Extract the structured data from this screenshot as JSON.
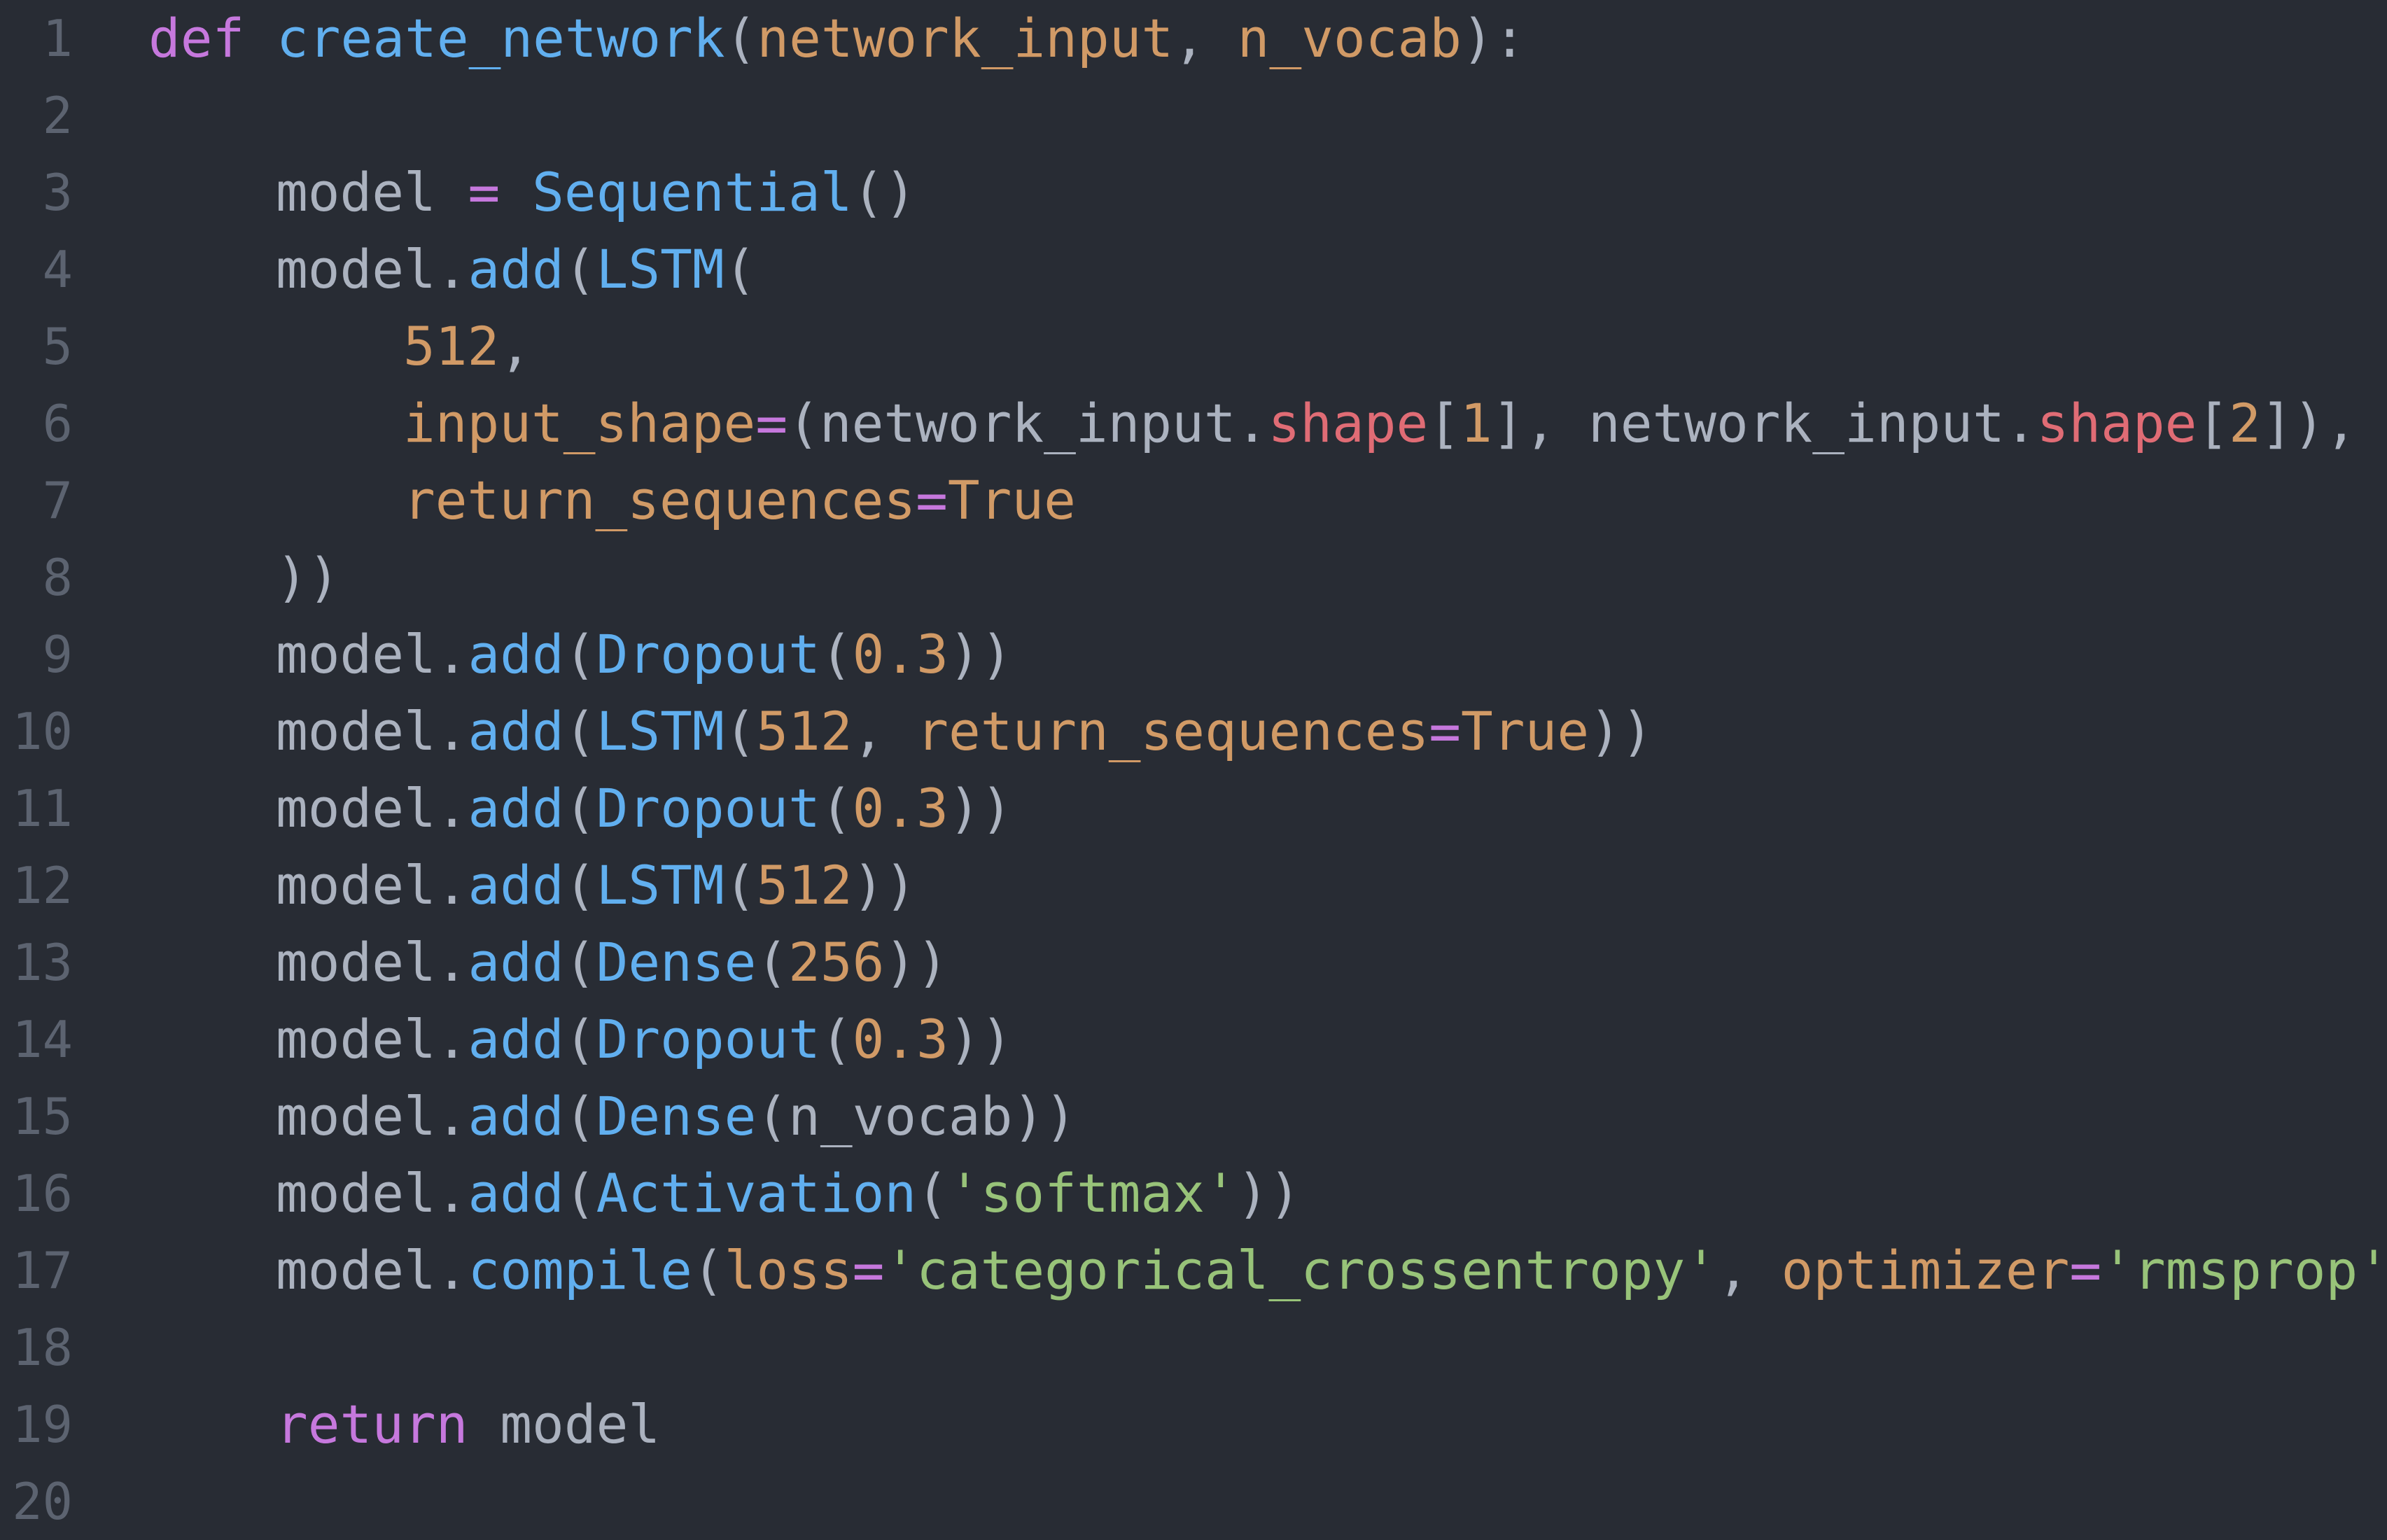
{
  "editor": {
    "theme_colors": {
      "background": "#282c34",
      "line_number": "#5c6370",
      "plain": "#abb2bf",
      "keyword": "#c678dd",
      "function": "#61afef",
      "parameter": "#d19a66",
      "number": "#d19a66",
      "property": "#e06c75",
      "string": "#98c379",
      "operator": "#c678dd"
    },
    "lines": [
      {
        "number": "1",
        "indent": 0,
        "tokens": [
          {
            "t": "def",
            "c": "keyword"
          },
          {
            "t": " ",
            "c": "plain"
          },
          {
            "t": "create_network",
            "c": "function"
          },
          {
            "t": "(",
            "c": "plain"
          },
          {
            "t": "network_input",
            "c": "parameter"
          },
          {
            "t": ", ",
            "c": "plain"
          },
          {
            "t": "n_vocab",
            "c": "parameter"
          },
          {
            "t": "):",
            "c": "plain"
          }
        ]
      },
      {
        "number": "2",
        "indent": 0,
        "tokens": []
      },
      {
        "number": "3",
        "indent": 1,
        "tokens": [
          {
            "t": "model ",
            "c": "plain"
          },
          {
            "t": "=",
            "c": "operator"
          },
          {
            "t": " ",
            "c": "plain"
          },
          {
            "t": "Sequential",
            "c": "function"
          },
          {
            "t": "()",
            "c": "plain"
          }
        ]
      },
      {
        "number": "4",
        "indent": 1,
        "tokens": [
          {
            "t": "model.",
            "c": "plain"
          },
          {
            "t": "add",
            "c": "function"
          },
          {
            "t": "(",
            "c": "plain"
          },
          {
            "t": "LSTM",
            "c": "function"
          },
          {
            "t": "(",
            "c": "plain"
          }
        ]
      },
      {
        "number": "5",
        "indent": 2,
        "tokens": [
          {
            "t": "512",
            "c": "number"
          },
          {
            "t": ",",
            "c": "plain"
          }
        ]
      },
      {
        "number": "6",
        "indent": 2,
        "tokens": [
          {
            "t": "input_shape",
            "c": "parameter"
          },
          {
            "t": "=",
            "c": "operator"
          },
          {
            "t": "(network_input.",
            "c": "plain"
          },
          {
            "t": "shape",
            "c": "property"
          },
          {
            "t": "[",
            "c": "plain"
          },
          {
            "t": "1",
            "c": "number"
          },
          {
            "t": "], network_input.",
            "c": "plain"
          },
          {
            "t": "shape",
            "c": "property"
          },
          {
            "t": "[",
            "c": "plain"
          },
          {
            "t": "2",
            "c": "number"
          },
          {
            "t": "]),",
            "c": "plain"
          }
        ]
      },
      {
        "number": "7",
        "indent": 2,
        "tokens": [
          {
            "t": "return_sequences",
            "c": "parameter"
          },
          {
            "t": "=",
            "c": "operator"
          },
          {
            "t": "True",
            "c": "number"
          }
        ]
      },
      {
        "number": "8",
        "indent": 1,
        "tokens": [
          {
            "t": "))",
            "c": "plain"
          }
        ]
      },
      {
        "number": "9",
        "indent": 1,
        "tokens": [
          {
            "t": "model.",
            "c": "plain"
          },
          {
            "t": "add",
            "c": "function"
          },
          {
            "t": "(",
            "c": "plain"
          },
          {
            "t": "Dropout",
            "c": "function"
          },
          {
            "t": "(",
            "c": "plain"
          },
          {
            "t": "0.3",
            "c": "number"
          },
          {
            "t": "))",
            "c": "plain"
          }
        ]
      },
      {
        "number": "10",
        "indent": 1,
        "tokens": [
          {
            "t": "model.",
            "c": "plain"
          },
          {
            "t": "add",
            "c": "function"
          },
          {
            "t": "(",
            "c": "plain"
          },
          {
            "t": "LSTM",
            "c": "function"
          },
          {
            "t": "(",
            "c": "plain"
          },
          {
            "t": "512",
            "c": "number"
          },
          {
            "t": ", ",
            "c": "plain"
          },
          {
            "t": "return_sequences",
            "c": "parameter"
          },
          {
            "t": "=",
            "c": "operator"
          },
          {
            "t": "True",
            "c": "number"
          },
          {
            "t": "))",
            "c": "plain"
          }
        ]
      },
      {
        "number": "11",
        "indent": 1,
        "tokens": [
          {
            "t": "model.",
            "c": "plain"
          },
          {
            "t": "add",
            "c": "function"
          },
          {
            "t": "(",
            "c": "plain"
          },
          {
            "t": "Dropout",
            "c": "function"
          },
          {
            "t": "(",
            "c": "plain"
          },
          {
            "t": "0.3",
            "c": "number"
          },
          {
            "t": "))",
            "c": "plain"
          }
        ]
      },
      {
        "number": "12",
        "indent": 1,
        "tokens": [
          {
            "t": "model.",
            "c": "plain"
          },
          {
            "t": "add",
            "c": "function"
          },
          {
            "t": "(",
            "c": "plain"
          },
          {
            "t": "LSTM",
            "c": "function"
          },
          {
            "t": "(",
            "c": "plain"
          },
          {
            "t": "512",
            "c": "number"
          },
          {
            "t": "))",
            "c": "plain"
          }
        ]
      },
      {
        "number": "13",
        "indent": 1,
        "tokens": [
          {
            "t": "model.",
            "c": "plain"
          },
          {
            "t": "add",
            "c": "function"
          },
          {
            "t": "(",
            "c": "plain"
          },
          {
            "t": "Dense",
            "c": "function"
          },
          {
            "t": "(",
            "c": "plain"
          },
          {
            "t": "256",
            "c": "number"
          },
          {
            "t": "))",
            "c": "plain"
          }
        ]
      },
      {
        "number": "14",
        "indent": 1,
        "tokens": [
          {
            "t": "model.",
            "c": "plain"
          },
          {
            "t": "add",
            "c": "function"
          },
          {
            "t": "(",
            "c": "plain"
          },
          {
            "t": "Dropout",
            "c": "function"
          },
          {
            "t": "(",
            "c": "plain"
          },
          {
            "t": "0.3",
            "c": "number"
          },
          {
            "t": "))",
            "c": "plain"
          }
        ]
      },
      {
        "number": "15",
        "indent": 1,
        "tokens": [
          {
            "t": "model.",
            "c": "plain"
          },
          {
            "t": "add",
            "c": "function"
          },
          {
            "t": "(",
            "c": "plain"
          },
          {
            "t": "Dense",
            "c": "function"
          },
          {
            "t": "(n_vocab))",
            "c": "plain"
          }
        ]
      },
      {
        "number": "16",
        "indent": 1,
        "tokens": [
          {
            "t": "model.",
            "c": "plain"
          },
          {
            "t": "add",
            "c": "function"
          },
          {
            "t": "(",
            "c": "plain"
          },
          {
            "t": "Activation",
            "c": "function"
          },
          {
            "t": "(",
            "c": "plain"
          },
          {
            "t": "'softmax'",
            "c": "string"
          },
          {
            "t": "))",
            "c": "plain"
          }
        ]
      },
      {
        "number": "17",
        "indent": 1,
        "tokens": [
          {
            "t": "model.",
            "c": "plain"
          },
          {
            "t": "compile",
            "c": "function"
          },
          {
            "t": "(",
            "c": "plain"
          },
          {
            "t": "loss",
            "c": "parameter"
          },
          {
            "t": "=",
            "c": "operator"
          },
          {
            "t": "'categorical_crossentropy'",
            "c": "string"
          },
          {
            "t": ", ",
            "c": "plain"
          },
          {
            "t": "optimizer",
            "c": "parameter"
          },
          {
            "t": "=",
            "c": "operator"
          },
          {
            "t": "'rmsprop'",
            "c": "string"
          },
          {
            "t": ")",
            "c": "plain"
          }
        ]
      },
      {
        "number": "18",
        "indent": 0,
        "tokens": []
      },
      {
        "number": "19",
        "indent": 1,
        "tokens": [
          {
            "t": "return",
            "c": "keyword"
          },
          {
            "t": " model",
            "c": "plain"
          }
        ]
      },
      {
        "number": "20",
        "indent": 0,
        "tokens": []
      }
    ]
  }
}
